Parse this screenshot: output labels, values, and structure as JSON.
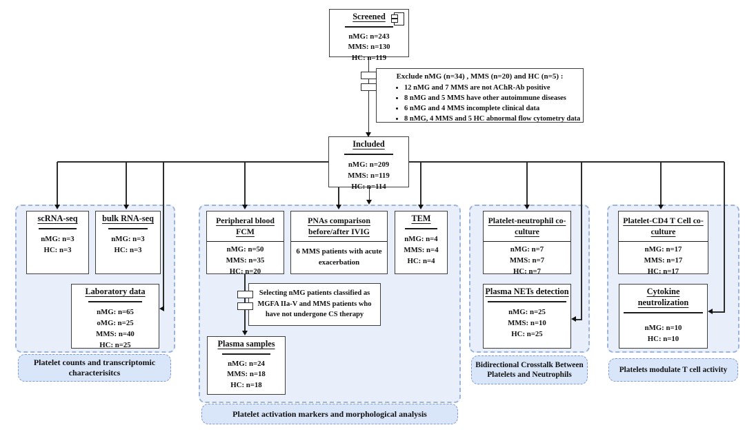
{
  "nodes": {
    "screened": {
      "title": "Screened",
      "rows": [
        "nMG: n=243",
        "MMS: n=130",
        "HC: n=119"
      ]
    },
    "exclude": {
      "title": "Exclude nMG (n=34) , MMS (n=20) and HC (n=5) :",
      "bullets": [
        "12 nMG and 7 MMS are not AChR-Ab positive",
        "8 nMG and 5 MMS have other autoimmune diseases",
        "6 nMG and 4 MMS incomplete clinical data",
        "8 nMG, 4 MMS and 5 HC abnormal flow cytometry data"
      ]
    },
    "included": {
      "title": "Included",
      "rows": [
        "nMG: n=209",
        "MMS: n=119",
        "HC: n=114"
      ]
    },
    "scrna": {
      "title": "scRNA-seq",
      "rows": [
        "nMG: n=3",
        "HC: n=3"
      ]
    },
    "bulk": {
      "title": "bulk RNA-seq",
      "rows": [
        "nMG: n=3",
        "HC: n=3"
      ]
    },
    "lab": {
      "title": "Laboratory data",
      "rows": [
        "nMG: n=65",
        "oMG: n=25",
        "MMS: n=40",
        "HC: n=25"
      ]
    },
    "fcm": {
      "title": "Peripheral blood FCM",
      "rows": [
        "nMG: n=50",
        "MMS: n=35",
        "HC: n=20"
      ]
    },
    "pnas": {
      "title": "PNAs comparison before/after IVIG",
      "body": "6 MMS patients with acute exacerbation"
    },
    "tem": {
      "title": "TEM",
      "rows": [
        "nMG: n=4",
        "MMS: n=4",
        "HC: n=4"
      ]
    },
    "selecting": {
      "text": "Selecting nMG patients classified as MGFA IIa-V and MMS patients who have not undergone CS therapy"
    },
    "plasma": {
      "title": "Plasma samples",
      "rows": [
        "nMG: n=24",
        "MMS: n=18",
        "HC: n=18"
      ]
    },
    "pneut": {
      "title": "Platelet-neutrophil co-culture",
      "rows": [
        "nMG: n=7",
        "MMS: n=7",
        "HC: n=7"
      ]
    },
    "nets": {
      "title": "Plasma NETs detection",
      "rows": [
        "nMG: n=25",
        "MMS: n=10",
        "HC: n=25"
      ]
    },
    "pcd4": {
      "title": "Platelet-CD4 T Cell co-culture",
      "rows": [
        "nMG: n=17",
        "MMS: n=17",
        "HC: n=17"
      ]
    },
    "cyto": {
      "title": "Cytokine neutrolization",
      "rows": [
        "nMG: n=10",
        "HC: n=10"
      ]
    }
  },
  "labels": {
    "left_group": "Platelet counts and transcriptomic characterisitcs",
    "middle_group": "Platelet activation markers and morphological analysis",
    "neutrophil_group": "Bidirectional Crosstalk Between Platelets and Neutrophils",
    "tcell_group": "Platelets modulate T cell activity"
  },
  "colors": {
    "container_fill": "#e9effa",
    "container_border": "#9cb4da",
    "pill_fill": "#d9e5f8",
    "pill_border": "#7e9ccc",
    "line": "#2b2b2b"
  }
}
